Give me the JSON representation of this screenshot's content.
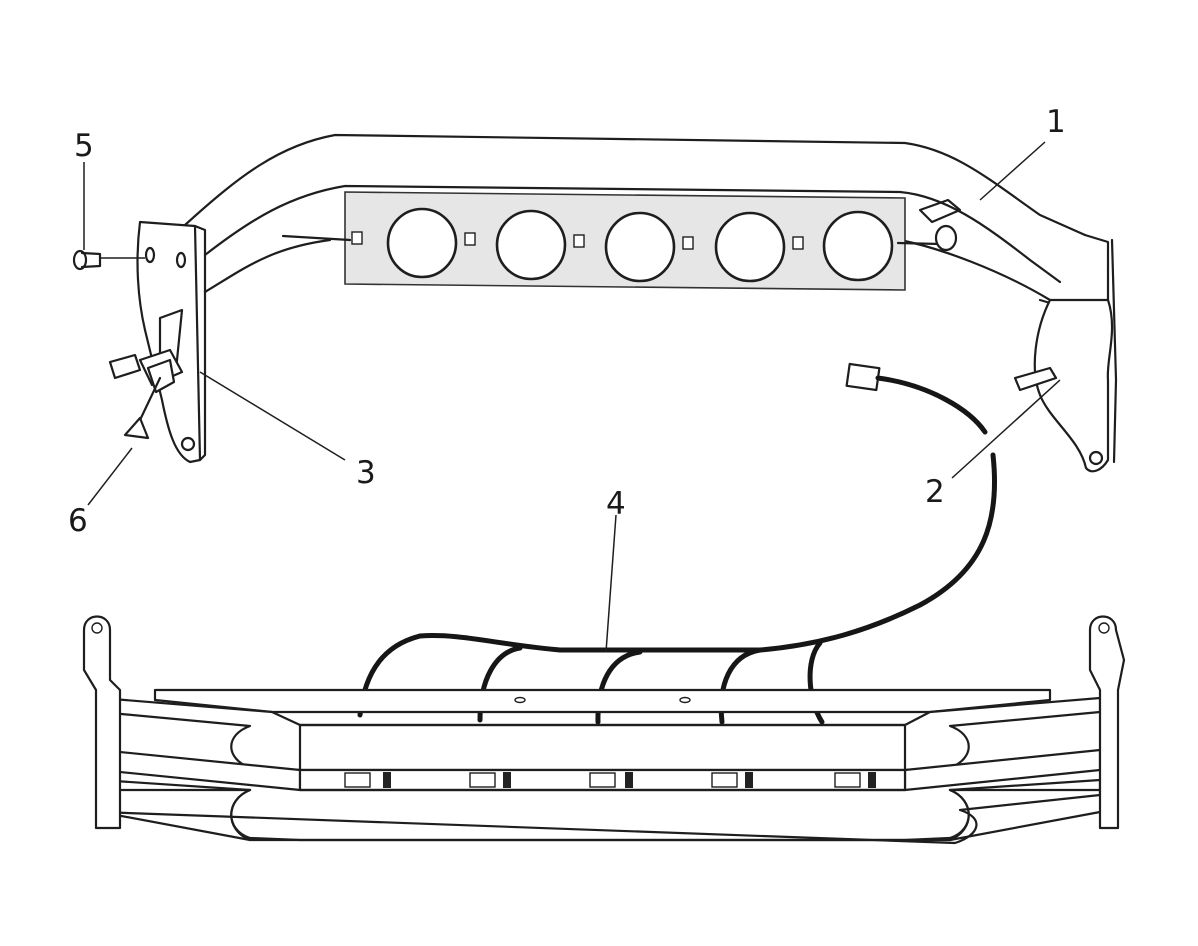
{
  "diagram": {
    "callouts": [
      {
        "id": "1",
        "label": "1"
      },
      {
        "id": "2",
        "label": "2"
      },
      {
        "id": "3",
        "label": "3"
      },
      {
        "id": "4",
        "label": "4"
      },
      {
        "id": "5",
        "label": "5"
      },
      {
        "id": "6",
        "label": "6"
      }
    ],
    "lamp_count": 5,
    "colors": {
      "line": "#1e1e1e",
      "background": "#ffffff",
      "panel": "#e6e6e6"
    }
  }
}
